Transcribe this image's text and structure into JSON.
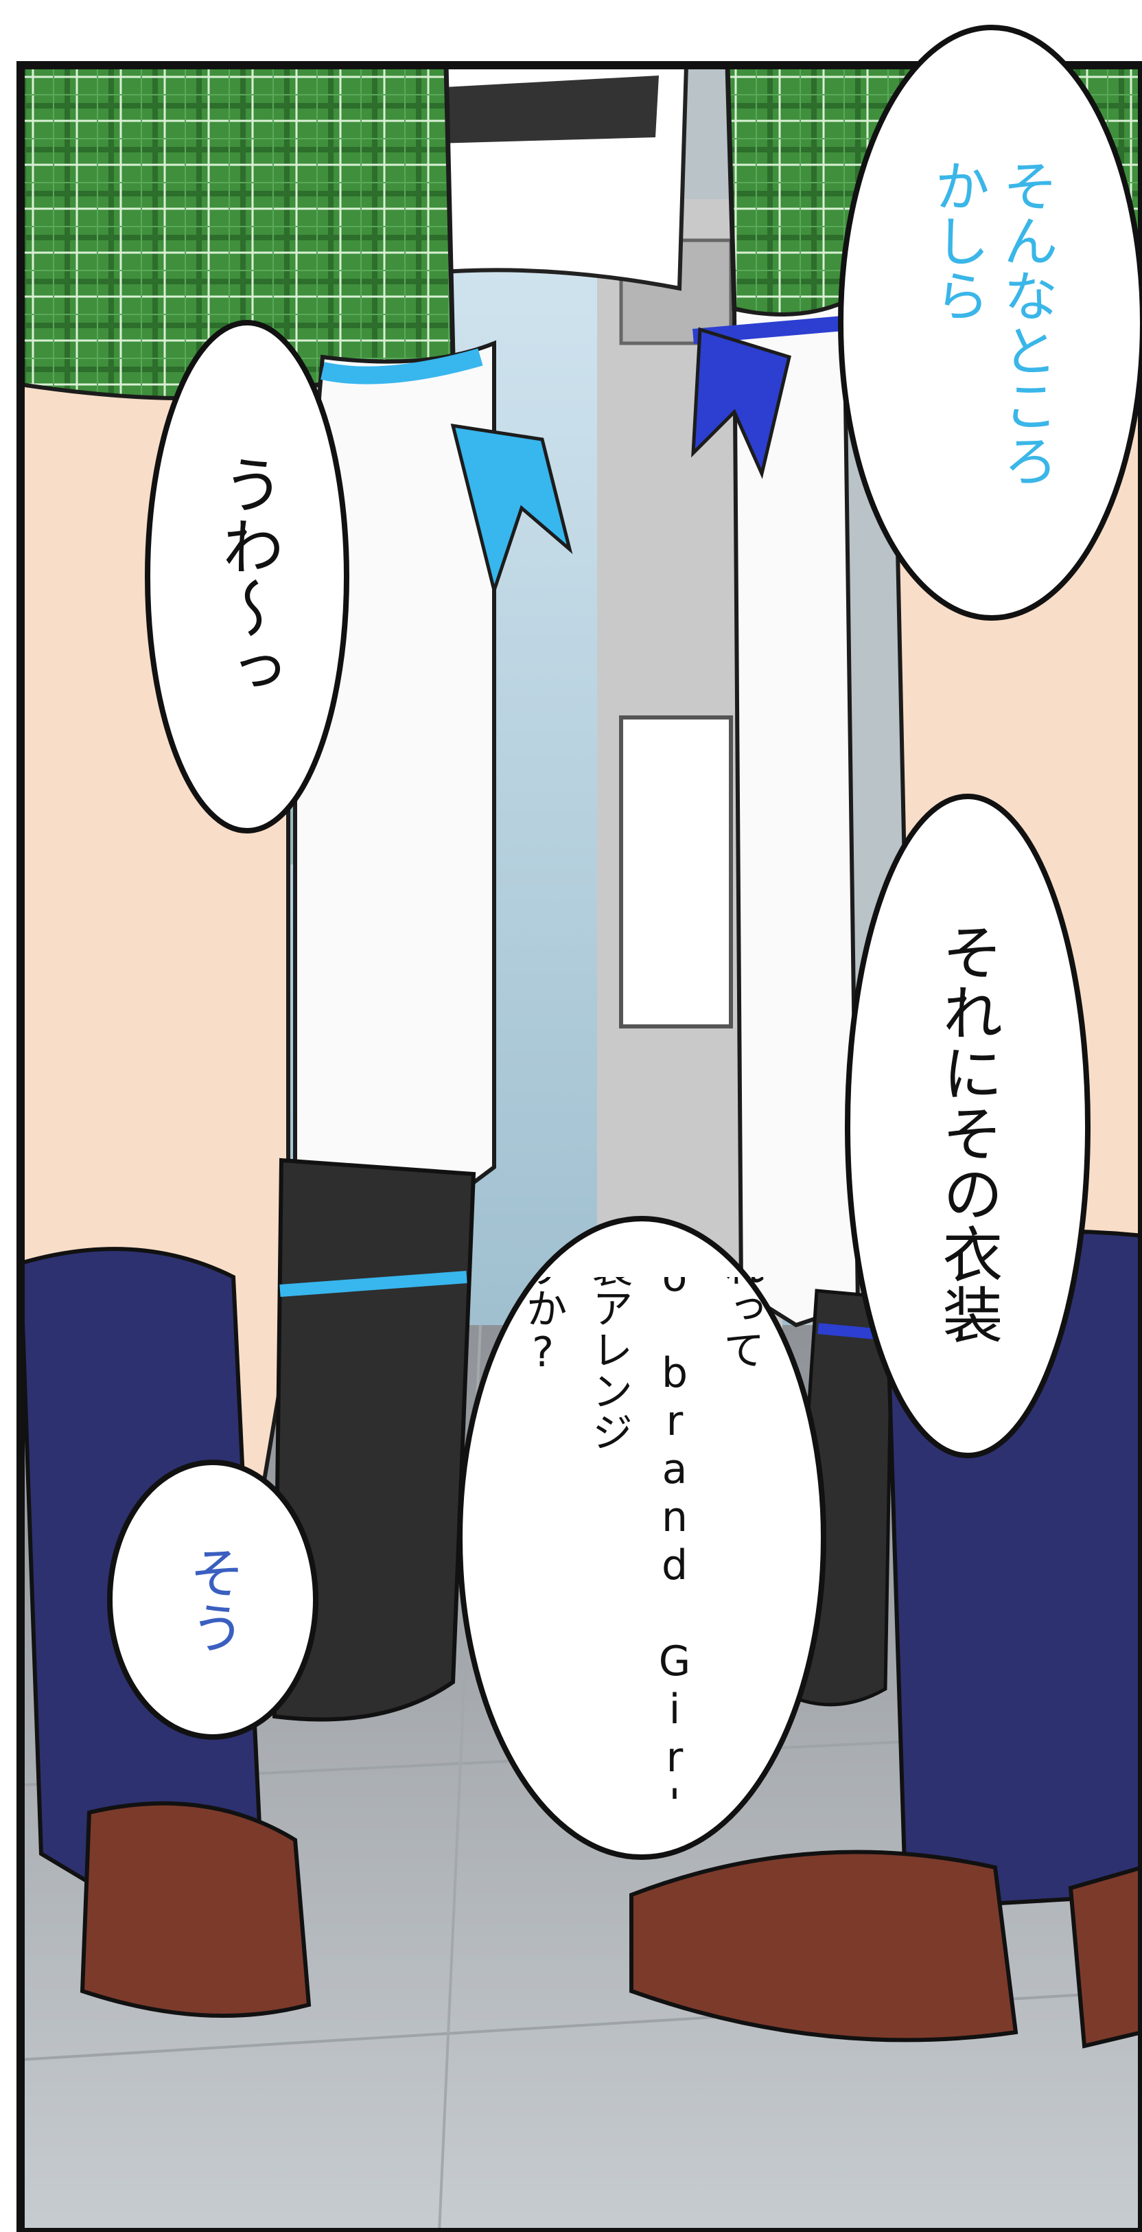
{
  "speech_bubbles": [
    {
      "text": "そんなところ\nかしら",
      "color": "#3ab6e8"
    },
    {
      "text": "うわ〜っ",
      "color": "#111111"
    },
    {
      "text": "それにその衣装",
      "color": "#111111"
    },
    {
      "text": "それって\nno brand Girlの\n衣装アレンジ\nですか?",
      "color": "#111111"
    },
    {
      "text": "そう",
      "color": "#3a5fc0"
    }
  ]
}
